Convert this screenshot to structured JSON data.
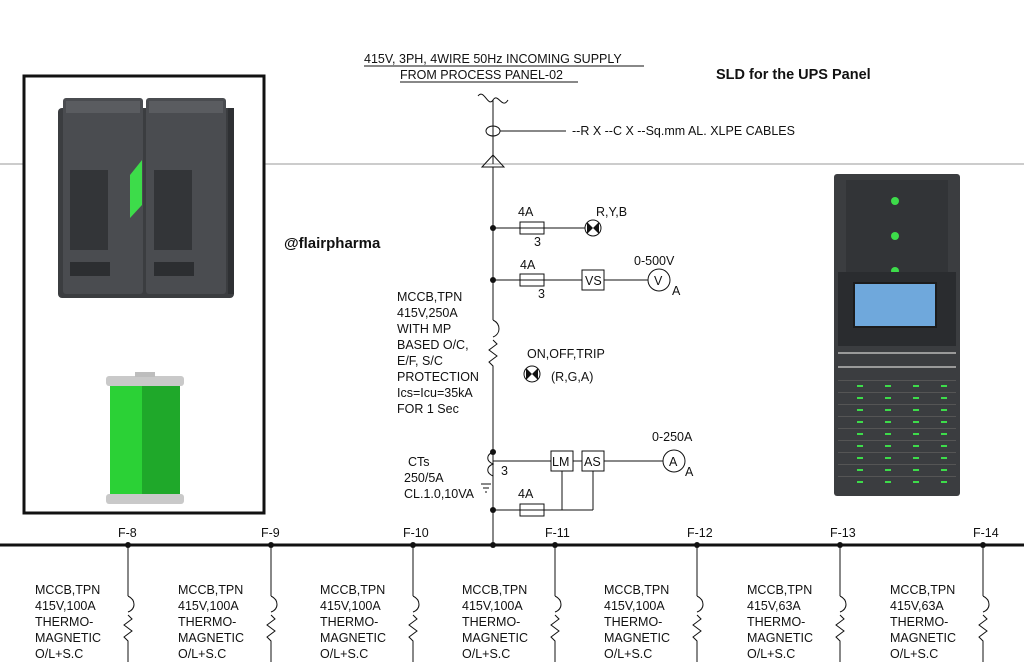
{
  "title": "SLD for the UPS Panel",
  "watermark": "@flairpharma",
  "incoming": {
    "line1": "415V, 3PH, 4WIRE 50Hz INCOMING SUPPLY",
    "line2": "FROM PROCESS PANEL-02",
    "cable": "--R X --C X --Sq.mm AL. XLPE CABLES"
  },
  "fuse_rating": "4A",
  "fuse_count": "3",
  "indication_lamp": "R,Y,B",
  "voltmeter": {
    "range": "0-500V",
    "symbol": "V",
    "switch": "VS",
    "mark": "A"
  },
  "ammeter": {
    "range": "0-250A",
    "symbol": "A",
    "switch": "AS",
    "mark": "A"
  },
  "load_manager": "LM",
  "ct_count": "3",
  "incomer_mccb": [
    "MCCB,TPN",
    "415V,250A",
    "WITH MP",
    "BASED O/C,",
    "E/F, S/C",
    "PROTECTION",
    "Ics=Icu=35kA",
    "FOR 1 Sec"
  ],
  "trip_lamp": {
    "line1": "ON,OFF,TRIP",
    "line2": "(R,G,A)"
  },
  "ct": [
    "CTs",
    "250/5A",
    "CL.1.0,10VA"
  ],
  "feeders": [
    {
      "tag": "F-8",
      "lines": [
        "MCCB,TPN",
        "415V,100A",
        "THERMO-",
        "MAGNETIC",
        "O/L+S.C"
      ]
    },
    {
      "tag": "F-9",
      "lines": [
        "MCCB,TPN",
        "415V,100A",
        "THERMO-",
        "MAGNETIC",
        "O/L+S.C"
      ]
    },
    {
      "tag": "F-10",
      "lines": [
        "MCCB,TPN",
        "415V,100A",
        "THERMO-",
        "MAGNETIC",
        "O/L+S.C"
      ]
    },
    {
      "tag": "F-11",
      "lines": [
        "MCCB,TPN",
        "415V,100A",
        "THERMO-",
        "MAGNETIC",
        "O/L+S.C"
      ]
    },
    {
      "tag": "F-12",
      "lines": [
        "MCCB,TPN",
        "415V,100A",
        "THERMO-",
        "MAGNETIC",
        "O/L+S.C"
      ]
    },
    {
      "tag": "F-13",
      "lines": [
        "MCCB,TPN",
        "415V,63A",
        "THERMO-",
        "MAGNETIC",
        "O/L+S.C"
      ]
    },
    {
      "tag": "F-14",
      "lines": [
        "MCCB,TPN",
        "415V,63A",
        "THERMO-",
        "MAGNETIC",
        "O/L+S.C"
      ]
    }
  ],
  "colors": {
    "line": "#111111",
    "led_green": "#3ddc4a",
    "battery_green": "#1fa82a",
    "ups_body": "#3b3d40",
    "screen": "#6fa8dc"
  }
}
